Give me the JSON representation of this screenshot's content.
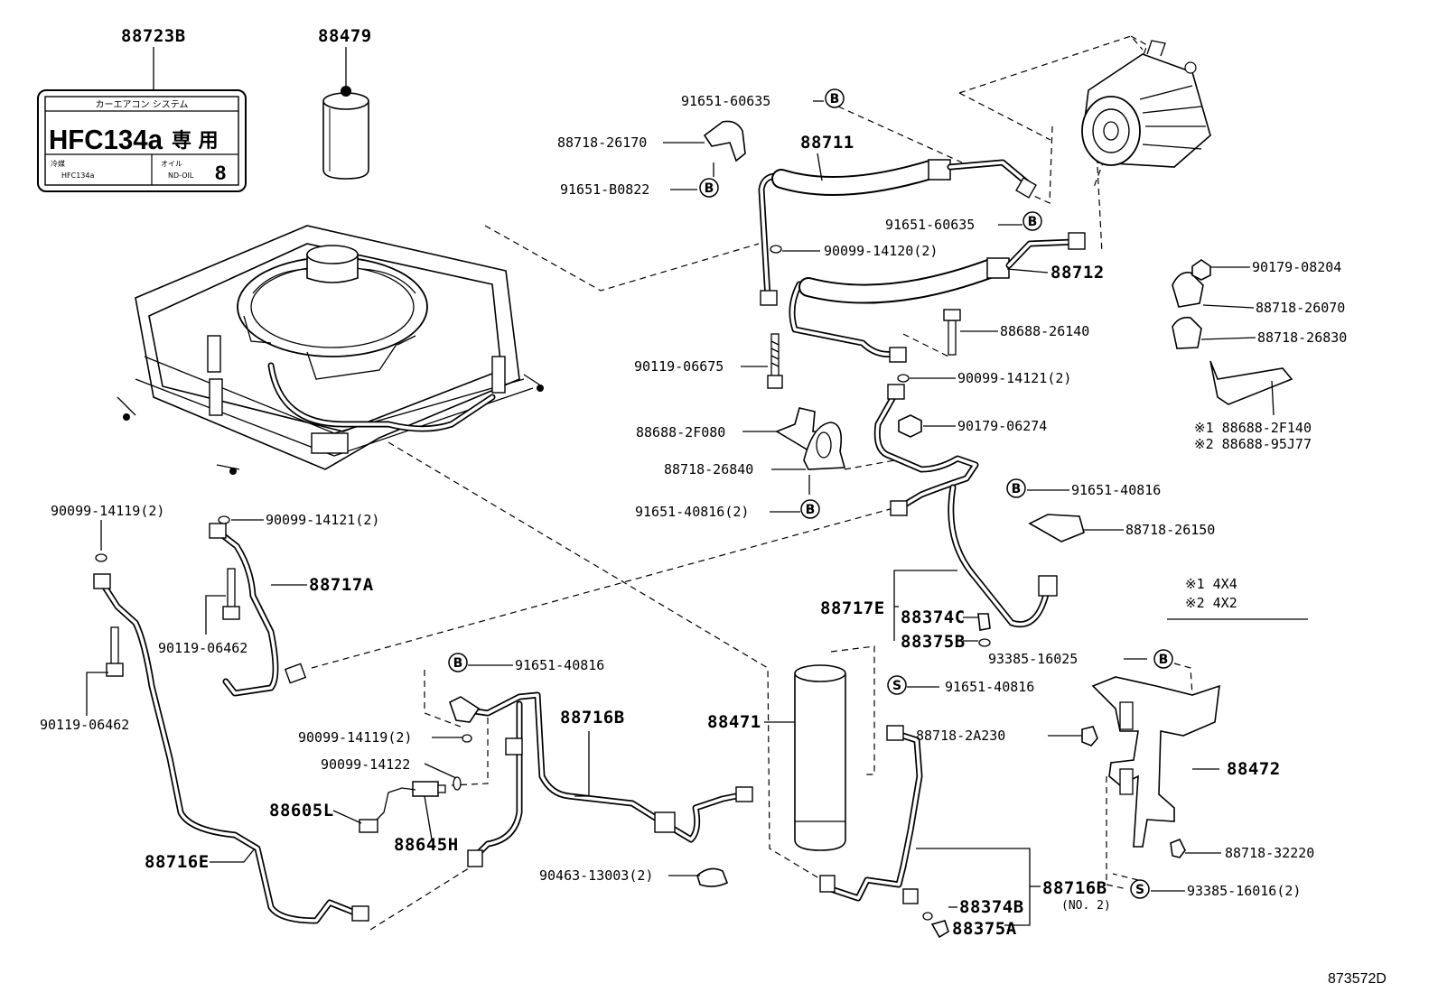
{
  "figure_code": "873572D",
  "sticker": {
    "part_no": "88723B",
    "header": "カーエアコン システム",
    "main": "HFC134a",
    "main_kanji": "専 用",
    "refrigerant_label": "冷媒",
    "refrigerant_value": "HFC134a",
    "oil_label": "オイル",
    "oil_value": "ND-OIL",
    "oil_number": "8"
  },
  "oil_can": {
    "part_no": "88479"
  },
  "symbols": {
    "bolt": "B",
    "screw": "S"
  },
  "labels": {
    "p91651_60635_top": "91651-60635",
    "p88718_26170": "88718-26170",
    "p91651_B0822": "91651-B0822",
    "p88711": "88711",
    "p91651_60635_mid": "91651-60635",
    "p90099_14120": "90099-14120(2)",
    "p88712": "88712",
    "p88688_26140": "88688-26140",
    "p90119_06675": "90119-06675",
    "p90099_14121_right": "90099-14121(2)",
    "p90179_06274": "90179-06274",
    "p88688_2F080": "88688-2F080",
    "p88718_26840": "88718-26840",
    "p91651_40816_2": "91651-40816(2)",
    "p91651_40816_right": "91651-40816",
    "p88718_26150": "88718-26150",
    "p90179_08204": "90179-08204",
    "p88718_26070": "88718-26070",
    "p88718_26830": "88718-26830",
    "p88688_2F140": "※1 88688-2F140",
    "p88688_95J77": "※2 88688-95J77",
    "note1": "※1   4X4",
    "note2": "※2   4X2",
    "p90099_14119_left": "90099-14119(2)",
    "p90099_14121_left": "90099-14121(2)",
    "p88717A": "88717A",
    "p90119_06462_a": "90119-06462",
    "p90119_06462_b": "90119-06462",
    "p88717E": "88717E",
    "p88374C": "88374C",
    "p88375B": "88375B",
    "p91651_40816_center": "91651-40816",
    "p90099_14119_center": "90099-14119(2)",
    "p90099_14122": "90099-14122",
    "p88605L": "88605L",
    "p88645H": "88645H",
    "p88716B": "88716B",
    "p88716E": "88716E",
    "p90463_13003": "90463-13003(2)",
    "p88471": "88471",
    "p91651_40816_s": "91651-40816",
    "p88718_2A230": "88718-2A230",
    "p93385_16025": "93385-16025",
    "p88472": "88472",
    "p88718_32220": "88718-32220",
    "p93385_16016": "93385-16016(2)",
    "p88716B_no2": "88716B",
    "p88716B_no2_sub": "(NO. 2)",
    "p88374B": "88374B",
    "p88375A": "88375A"
  }
}
